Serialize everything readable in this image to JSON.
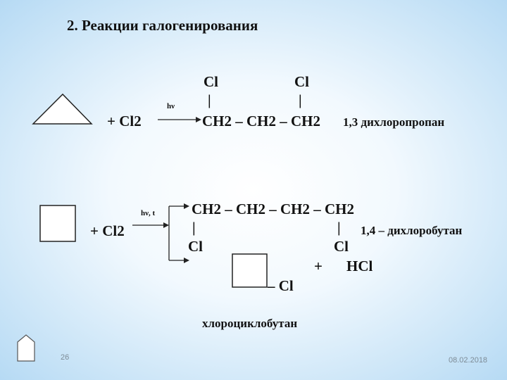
{
  "slide": {
    "title": "2. Реакции галогенирования",
    "reaction1": {
      "reagent": "+ Cl2",
      "condition": "hν",
      "cl_left": "Cl",
      "cl_right": "Cl",
      "bond_left": "|",
      "bond_right": "|",
      "chain": "CH2 – CH2 – CH2",
      "product_name": "1,3 дихлоропропан"
    },
    "reaction2": {
      "reagent": "+ Cl2",
      "condition": "hν, t",
      "chain": "CH2 – CH2 – CH2 – CH2",
      "bond_left": "|",
      "bond_right": "|",
      "cl_left": "Cl",
      "cl_right": "Cl",
      "product_name": "1,4 – дихлоробутан",
      "plus": "+",
      "hcl": "HCl",
      "ring_substituent": "– Cl",
      "alt_product_name": "хлороциклобутан"
    },
    "footer": {
      "page_number": "26",
      "date": "08.02.2018"
    }
  }
}
